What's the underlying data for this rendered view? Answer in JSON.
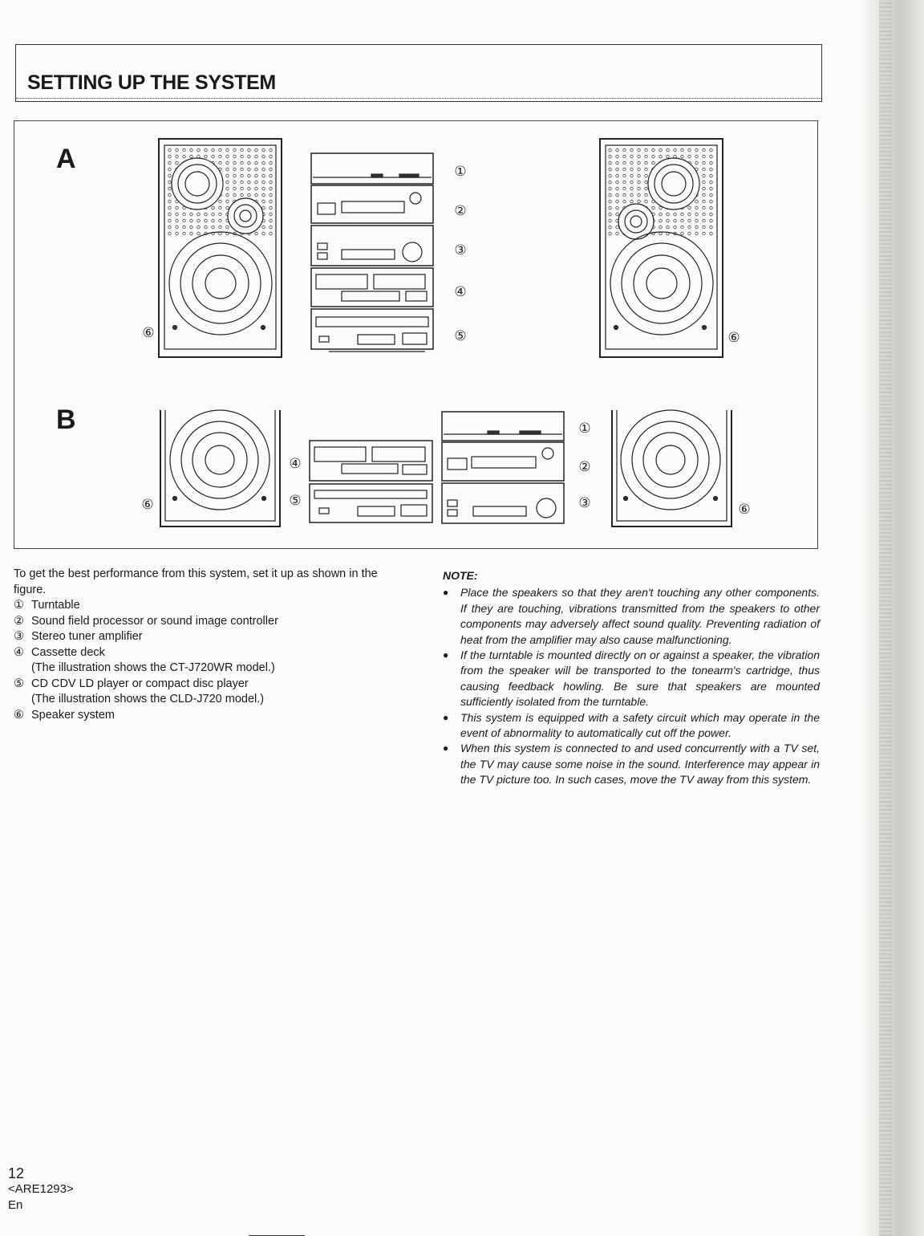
{
  "header": {
    "title": "SETTING UP THE SYSTEM"
  },
  "figure": {
    "label_a": "A",
    "label_b": "B",
    "callouts": [
      "①",
      "②",
      "③",
      "④",
      "⑤",
      "⑥"
    ]
  },
  "intro": "To get the best performance from this system, set it up as shown in the figure.",
  "items": [
    {
      "num": "①",
      "text": "Turntable",
      "sub": ""
    },
    {
      "num": "②",
      "text": "Sound field processor or sound image controller",
      "sub": ""
    },
    {
      "num": "③",
      "text": "Stereo tuner amplifier",
      "sub": ""
    },
    {
      "num": "④",
      "text": "Cassette deck",
      "sub": "(The illustration shows the CT-J720WR model.)"
    },
    {
      "num": "⑤",
      "text": "CD CDV LD player or compact disc player",
      "sub": "(The illustration shows the CLD-J720 model.)"
    },
    {
      "num": "⑥",
      "text": "Speaker system",
      "sub": ""
    }
  ],
  "note": {
    "heading": "NOTE:",
    "items": [
      "Place the speakers so that they aren't touching any other components. If they are touching, vibrations transmitted from the speakers to other components may adversely affect sound quality. Preventing radiation of heat from the amplifier may also cause malfunctioning.",
      "If the turntable is mounted directly on or against a speaker, the vibration from the speaker will be transported to the tonearm's cartridge, thus causing feedback howling. Be sure that speakers are mounted sufficiently isolated from the turntable.",
      "This system is equipped with a safety circuit which may operate in the event of abnormality to automatically cut off the power.",
      "When this system is connected to and used concurrently with a TV set, the TV may cause some noise in the sound. Interference may appear in the TV picture too. In such cases, move the TV away from this system."
    ]
  },
  "footer": {
    "page_number": "12",
    "code": "<ARE1293>",
    "lang": "En"
  }
}
